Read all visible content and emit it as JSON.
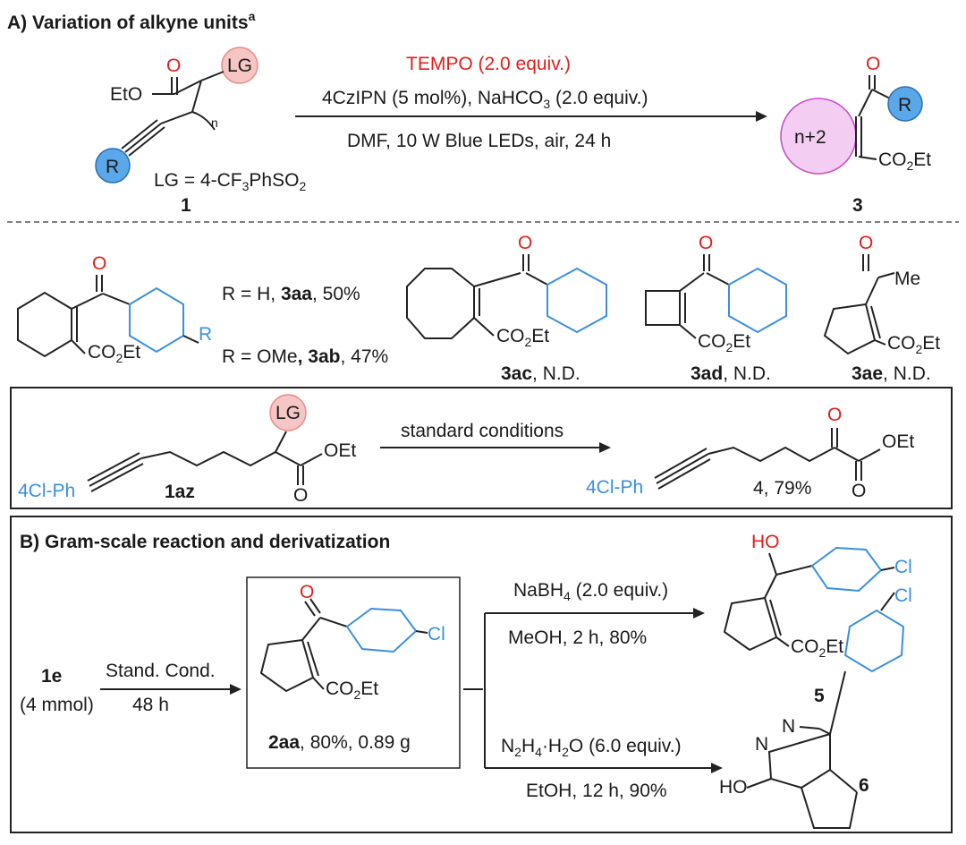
{
  "section_a": {
    "title": "A) Variation of alkyne units",
    "title_sup": "a",
    "reagent_red": "TEMPO (2.0 equiv.)",
    "reagent_line1": "4CzIPN (5 mol%), NaHCO",
    "reagent_line1_sub": "3",
    "reagent_line1_tail": " (2.0 equiv.)",
    "reagent_line2": "DMF, 10 W Blue LEDs, air, 24 h",
    "sm_label": "1",
    "sm_eto": "EtO",
    "sm_o": "O",
    "sm_lg": "LG",
    "sm_n": "n",
    "sm_r": "R",
    "lg_def": "LG = 4-CF",
    "lg_def_sub": "3",
    "lg_def_tail": "PhSO",
    "lg_def_sub2": "2",
    "prod_label": "3",
    "prod_o": "O",
    "prod_r": "R",
    "prod_ring": "n+2",
    "prod_ester": "CO",
    "prod_ester_sub": "2",
    "prod_ester_tail": "Et"
  },
  "scope": {
    "r_h": "R = H, ",
    "r_h_bold": "3aa",
    "r_h_yield": ", 50%",
    "r_ome": "R = OMe",
    "r_ome_bold": ", 3ab",
    "r_ome_yield": ", 47%",
    "r_label": "R",
    "ester": "CO",
    "ester_sub": "2",
    "ester_tail": "Et",
    "o": "O",
    "me": "Me",
    "c3ac": "3ac",
    "c3ac_res": ", N.D.",
    "c3ad": "3ad",
    "c3ad_res": ", N.D.",
    "c3ae": "3ae",
    "c3ae_res": ", N.D."
  },
  "box1": {
    "lg": "LG",
    "oet": "OEt",
    "o": "O",
    "aryl": "4Cl-Ph",
    "sm_label": "1az",
    "arrow_label": "standard conditions",
    "prod_oet": "OEt",
    "prod_o": "O",
    "prod_o_red": "O",
    "prod_aryl": "4Cl-Ph",
    "prod_label": "4, 79%"
  },
  "section_b": {
    "title": "B) Gram-scale reaction and derivatization",
    "sm_label": "1e",
    "sm_amount": "(4 mmol)",
    "cond1": "Stand. Cond.",
    "cond2": "48 h",
    "mid_label": "2aa",
    "mid_yield": ", 80%, 0.89 g",
    "mid_o": "O",
    "mid_cl": "Cl",
    "mid_ester": "CO",
    "mid_ester_sub": "2",
    "mid_ester_tail": "Et",
    "upper_reagent": "NaBH",
    "upper_reagent_sub": "4",
    "upper_reagent_tail": " (2.0 equiv.)",
    "upper_cond": "MeOH, 2 h, 80%",
    "upper_ho": "HO",
    "upper_cl": "Cl",
    "upper_ester": "CO",
    "upper_ester_sub": "2",
    "upper_ester_tail": "Et",
    "upper_label": "5",
    "lower_reagent": "N",
    "lower_reagent_sub": "2",
    "lower_reagent_mid": "H",
    "lower_reagent_sub2": "4",
    "lower_reagent_tail": "·H",
    "lower_reagent_sub3": "2",
    "lower_reagent_tail2": "O (6.0 equiv.)",
    "lower_cond": "EtOH, 12 h, 90%",
    "lower_cl": "Cl",
    "lower_n1": "N",
    "lower_n2": "N",
    "lower_ho": "HO",
    "lower_label": "6"
  },
  "colors": {
    "oxygen_red": "#e0201b",
    "blue_ring": "#3a8fe0",
    "r_circle_fill": "#5aa7ea",
    "lg_circle_fill": "#f6c6c4",
    "pink_ring_fill": "#f3cdf2",
    "pink_ring_stroke": "#c64ac4"
  }
}
